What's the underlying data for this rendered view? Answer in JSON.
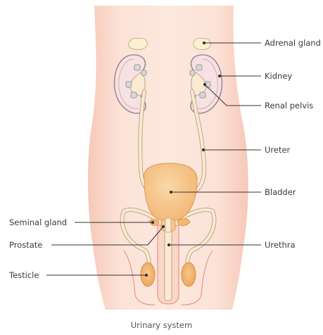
{
  "labels": {
    "adrenal_gland": "Adrenal gland",
    "kidney": "Kidney",
    "renal_pelvis": "Renal pelvis",
    "ureter": "Ureter",
    "bladder": "Bladder",
    "seminal_gland": "Seminal gland",
    "prostate": "Prostate",
    "urethra": "Urethra",
    "testicle": "Testicle"
  },
  "caption": "Urinary system",
  "colors": {
    "skin_light": "#fde6dc",
    "skin_mid": "#f9d3c4",
    "bladder": "#f7c891",
    "bladder_edge": "#d89a5c",
    "tube": "#fbead1",
    "tube_edge": "#bfa48a",
    "kidney": "#f6e2e2",
    "kidney_edge": "#9e8aa0",
    "testicle": "#f3b76c",
    "outline_red": "#e5877a",
    "leader": "#333333"
  }
}
